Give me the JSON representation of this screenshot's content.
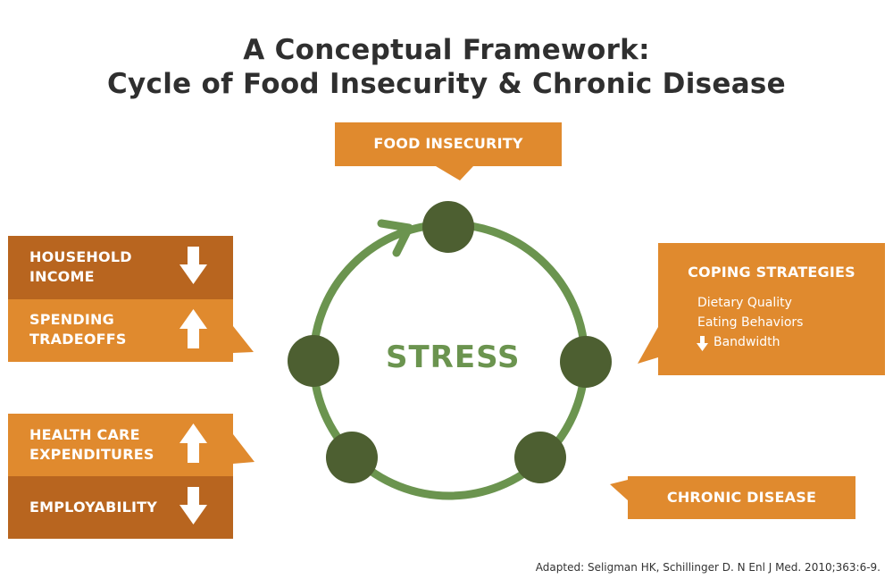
{
  "title": {
    "line1": "A Conceptual Framework:",
    "line2": "Cycle of Food Insecurity & Chronic Disease"
  },
  "center_label": "STRESS",
  "nodes": {
    "food_insecurity": "FOOD INSECURITY",
    "coping_strategies": {
      "label": "COPING STRATEGIES",
      "items": [
        "Dietary Quality",
        "Eating Behaviors",
        "Bandwidth"
      ],
      "bandwidth_direction": "down"
    },
    "chronic_disease": "CHRONIC DISEASE",
    "economic": {
      "household_income": {
        "line1": "HOUSEHOLD",
        "line2": "INCOME",
        "direction": "down"
      },
      "spending_tradeoffs": {
        "line1": "SPENDING",
        "line2": "TRADEOFFS",
        "direction": "up"
      }
    },
    "health": {
      "health_care_expenditures": {
        "line1": "HEALTH CARE",
        "line2": "EXPENDITURES",
        "direction": "up"
      },
      "employability": {
        "line1": "EMPLOYABILITY",
        "direction": "down"
      }
    }
  },
  "citation": "Adapted: Seligman HK, Schillinger D. N Enl J Med. 2010;363:6-9.",
  "colors": {
    "orange": "#e08a2e",
    "dark_orange": "#b8651f",
    "cycle_green": "#6b944f",
    "node_green": "#4d5f31",
    "title_text": "#2f2f2f"
  }
}
